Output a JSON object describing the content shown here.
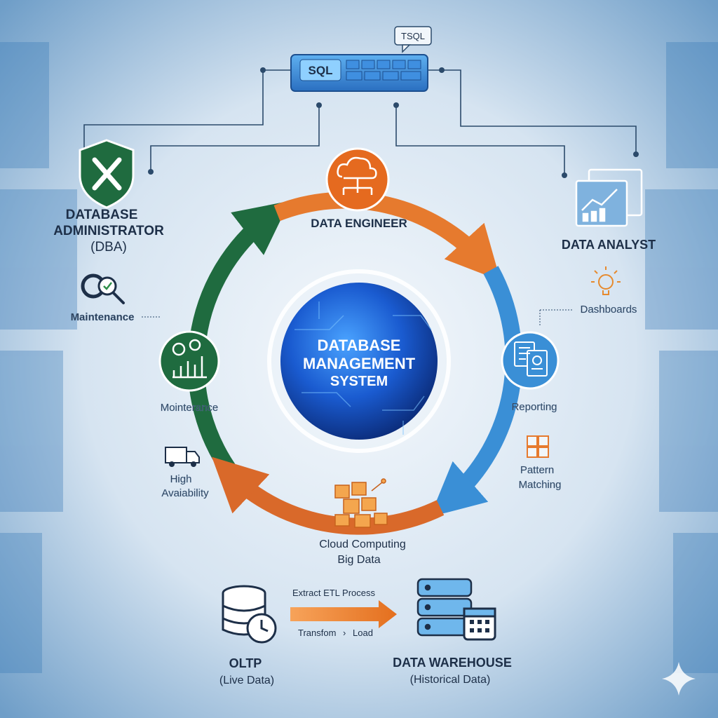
{
  "keyboard": {
    "label": "SQL",
    "bubble": "TSQL"
  },
  "center": {
    "line1": "DATABASE",
    "line2": "MANAGEMENT",
    "line3": "SYSTEM"
  },
  "data_engineer": {
    "label": "DATA ENGINEER",
    "icon": "cloud-network-icon"
  },
  "dba": {
    "line1": "DATABASE",
    "line2": "ADMINISTRATOR",
    "line3": "(DBA)",
    "icon": "shield-wrench-icon"
  },
  "analyst": {
    "label": "DATA ANALYST",
    "icon": "dashboard-monitor-icon"
  },
  "left_items": {
    "maintenance": "Maintenance",
    "mointerance": "Mointerance",
    "high": "High",
    "availability": "Avaiability"
  },
  "right_items": {
    "dashboards": "Dashboards",
    "reporting": "Reporting",
    "pattern": "Pattern",
    "matching": "Matching"
  },
  "bottom": {
    "cloud_line1": "Cloud Computing",
    "cloud_line2": "Big Data"
  },
  "etl": {
    "top": "Extract ETL Process",
    "bottom_left": "Transfom",
    "chevron": "›",
    "bottom_right": "Load"
  },
  "oltp": {
    "title": "OLTP",
    "sub": "(Live Data)"
  },
  "warehouse": {
    "title": "DATA WAREHOUSE",
    "sub": "(Historical Data)"
  },
  "colors": {
    "green": "#1f6b3f",
    "orange": "#e67a2e",
    "blue": "#3a8fd6",
    "navy": "#1d2f48"
  }
}
